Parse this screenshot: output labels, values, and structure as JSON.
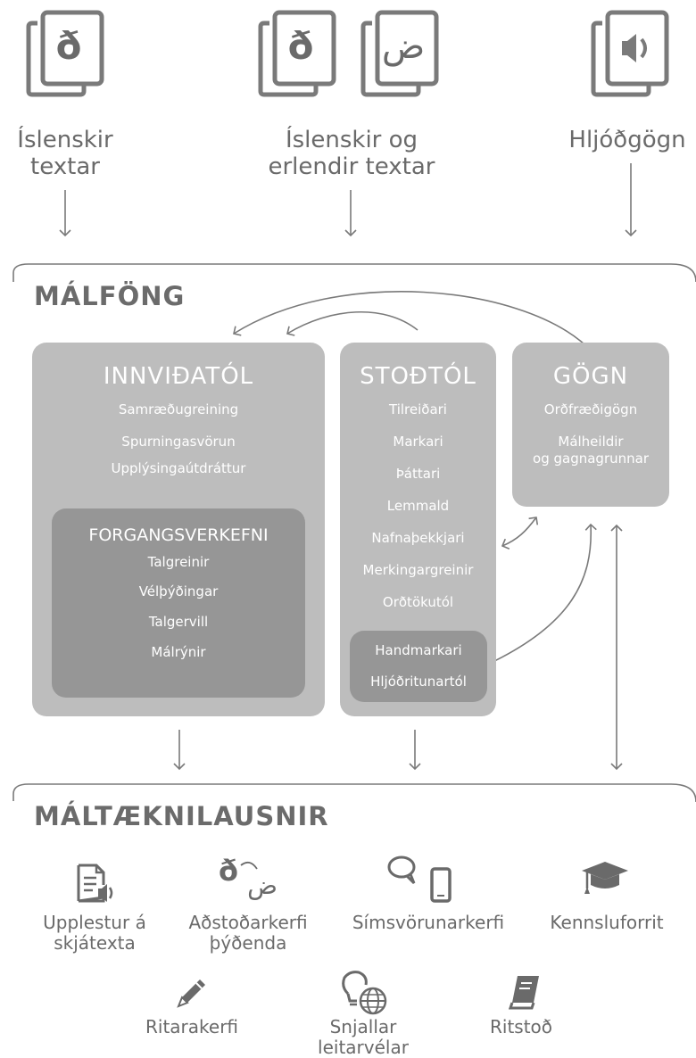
{
  "sources": {
    "icelandic": {
      "line1": "Íslenskir",
      "line2": "textar",
      "glyph": "ð"
    },
    "bilingual": {
      "line1": "Íslenskir og",
      "line2": "erlendir textar",
      "glyph1": "ð",
      "glyph2": "ض"
    },
    "audio": {
      "label": "Hljóðgögn"
    }
  },
  "malfong": {
    "title": "MÁLFÖNG",
    "innvidatol": {
      "title": "INNVIÐATÓL",
      "items": [
        "Samræðugreining",
        "Spurningasvörun",
        "Upplýsingaútdráttur"
      ]
    },
    "forgangsverkefni": {
      "title": "FORGANGSVERKEFNI",
      "items": [
        "Talgreinir",
        "Vélþýðingar",
        "Talgervill",
        "Málrýnir"
      ]
    },
    "stodtol": {
      "title": "STOÐTÓL",
      "items": [
        "Tilreiðari",
        "Markari",
        "Þáttari",
        "Lemmald",
        "Nafnaþekkjari",
        "Merkingargreinir",
        "Orðtökutól"
      ],
      "inner_items": [
        "Handmarkari",
        "Hljóðritunartól"
      ]
    },
    "gogn": {
      "title": "GÖGN",
      "item1": "Orðfræðigögn",
      "item2_line1": "Málheildir",
      "item2_line2": "og gagnagrunnar"
    }
  },
  "maltaekni": {
    "title": "MÁLTÆKNILAUSNIR",
    "row1": [
      {
        "line1": "Upplestur á",
        "line2": "skjátexta",
        "icon": "document-speaker-icon"
      },
      {
        "line1": "Aðstoðarkerfi",
        "line2": "þýðenda",
        "icon": "translation-icon"
      },
      {
        "line1": "Símsvörunarkerfi",
        "line2": "",
        "icon": "chat-phone-icon"
      },
      {
        "line1": "Kennsluforrit",
        "line2": "",
        "icon": "graduation-cap-icon"
      }
    ],
    "row2": [
      {
        "line1": "Ritarakerfi",
        "line2": "",
        "icon": "pencil-icon"
      },
      {
        "line1": "Snjallar",
        "line2": "leitarvélar",
        "icon": "lightbulb-globe-icon"
      },
      {
        "line1": "Ritstoð",
        "line2": "",
        "icon": "book-icon"
      }
    ],
    "glyph_a": "ð",
    "glyph_b": "ض"
  },
  "colors": {
    "text": "#6a6a6a",
    "box_light": "#bdbdbd",
    "box_dark": "#969696",
    "line": "#7a7a7a"
  }
}
